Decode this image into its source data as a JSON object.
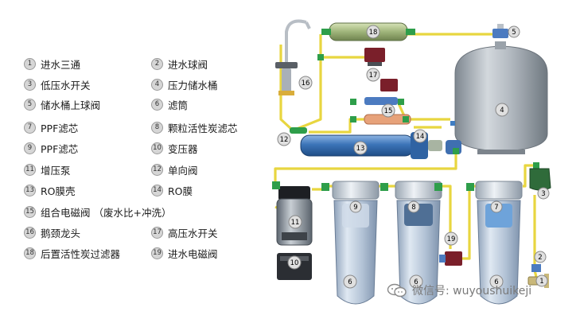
{
  "legend": [
    {
      "num": "1",
      "text": "进水三通"
    },
    {
      "num": "2",
      "text": "进水球阀"
    },
    {
      "num": "3",
      "text": "低压水开关"
    },
    {
      "num": "4",
      "text": "压力储水桶"
    },
    {
      "num": "5",
      "text": "储水桶上球阀"
    },
    {
      "num": "6",
      "text": "滤筒"
    },
    {
      "num": "7",
      "text": "PPF滤芯"
    },
    {
      "num": "8",
      "text": "颗粒活性炭滤芯"
    },
    {
      "num": "9",
      "text": "PPF滤芯"
    },
    {
      "num": "10",
      "text": "变压器"
    },
    {
      "num": "11",
      "text": "增压泵"
    },
    {
      "num": "12",
      "text": "单向阀"
    },
    {
      "num": "13",
      "text": "RO膜壳"
    },
    {
      "num": "14",
      "text": "RO膜"
    },
    {
      "num": "15",
      "text": "组合电磁阀 （废水比+冲洗）"
    },
    {
      "num": "16",
      "text": "鹅颈龙头"
    },
    {
      "num": "17",
      "text": "高压水开关"
    },
    {
      "num": "18",
      "text": "后置活性炭过滤器"
    },
    {
      "num": "19",
      "text": "进水电磁阀"
    }
  ],
  "callouts": {
    "c1": "1",
    "c2": "2",
    "c3": "3",
    "c4": "4",
    "c5": "5",
    "c6a": "6",
    "c6b": "6",
    "c6c": "6",
    "c7": "7",
    "c8": "8",
    "c9": "9",
    "c10": "10",
    "c11": "11",
    "c12": "12",
    "c13": "13",
    "c14": "14",
    "c15": "15",
    "c16": "16",
    "c17": "17",
    "c18": "18",
    "c19": "19"
  },
  "watermark": "微信号: wuyoushuikeji",
  "colors": {
    "pipe": "#e8d640",
    "fitting": "#2e9e4a",
    "tank": "#a7aeb6",
    "membrane": "#3b74b8",
    "housing": "#b9c9dd"
  }
}
